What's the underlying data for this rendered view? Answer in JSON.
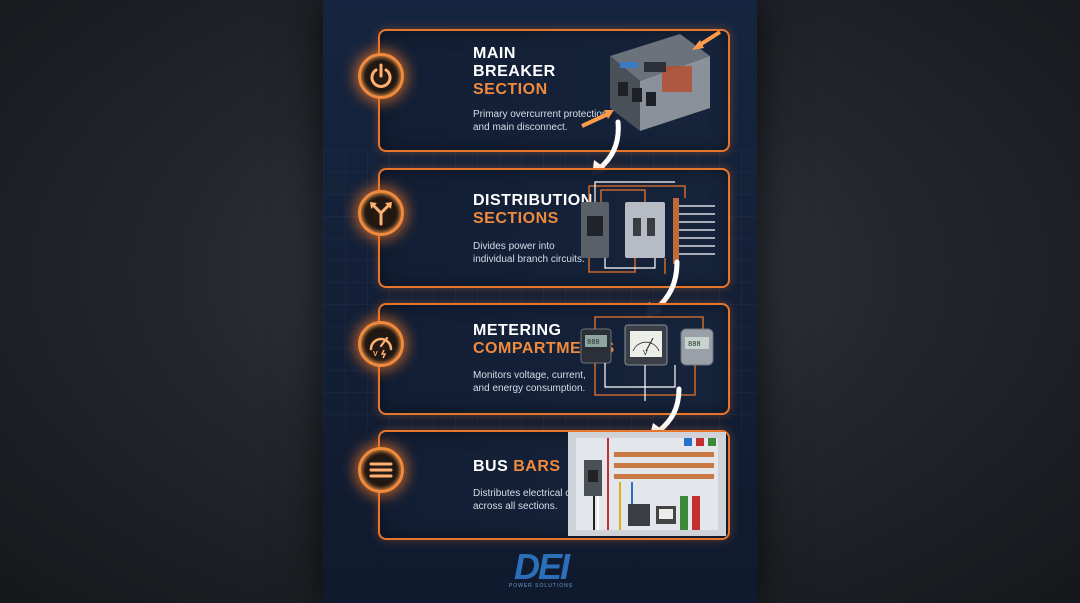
{
  "sections": [
    {
      "title_line1": "MAIN",
      "title_line2": "BREAKER",
      "title_accent": "SECTION",
      "description_line1": "Primary overcurrent protection",
      "description_line2": "and main disconnect.",
      "icon": "power-icon"
    },
    {
      "title_line1": "DISTRIBUTION",
      "title_accent": "SECTIONS",
      "description_line1": "Divides power into",
      "description_line2": "individual branch circuits.",
      "icon": "split-arrow-icon"
    },
    {
      "title_line1": "METERING",
      "title_accent": "COMPARTMENTS",
      "description_line1": "Monitors voltage, current,",
      "description_line2": "and energy consumption.",
      "icon": "gauge-icon",
      "meter_labels": {
        "voltmeter": "V",
        "digital_left": "888",
        "digital_right": "888"
      }
    },
    {
      "title_white": "BUS",
      "title_accent": "BARS",
      "description_line1": "Distributes electrical current",
      "description_line2": "across all sections.",
      "icon": "bus-bars-icon"
    }
  ],
  "logo": {
    "mark": "DEI",
    "subtitle": "POWER SOLUTIONS"
  },
  "colors": {
    "accent": "#f08a3c",
    "card_border": "#e8752c",
    "background": "#132038",
    "logo": "#2a6fb8"
  }
}
